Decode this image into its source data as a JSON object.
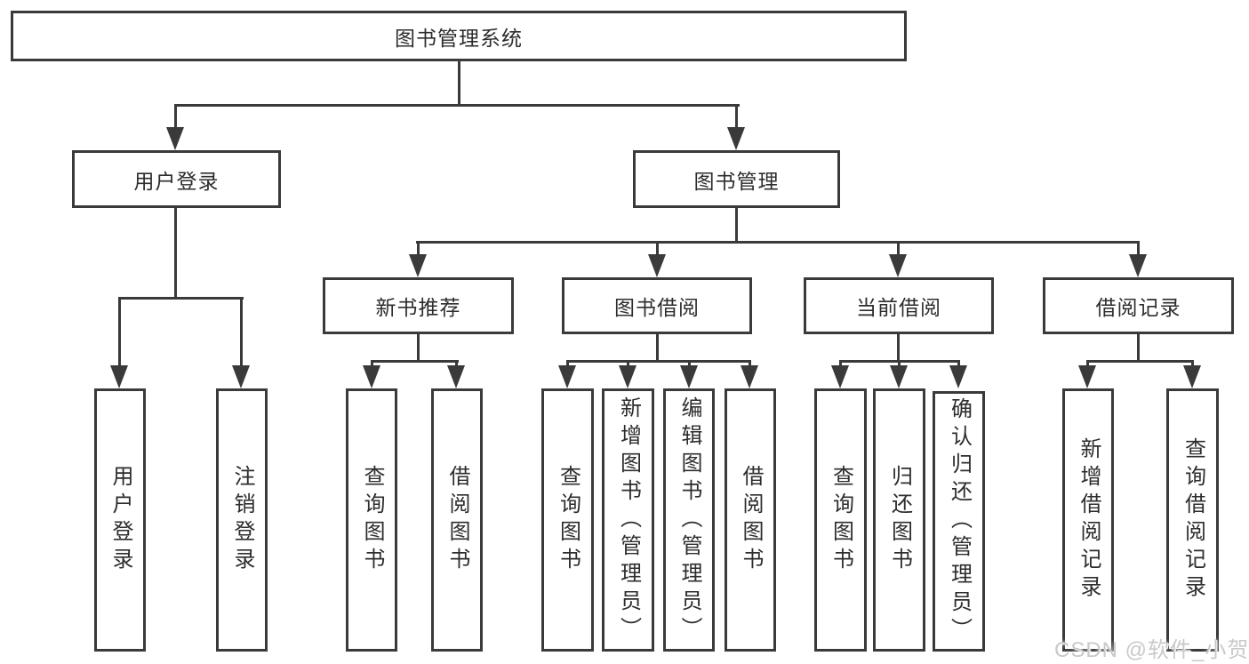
{
  "diagram": {
    "root": {
      "label": "图书管理系统"
    },
    "user_login": {
      "label": "用户登录",
      "children": [
        {
          "label": "用户登录"
        },
        {
          "label": "注销登录"
        }
      ]
    },
    "book_mgmt": {
      "label": "图书管理",
      "sections": [
        {
          "label": "新书推荐",
          "children": [
            {
              "label": "查询图书"
            },
            {
              "label": "借阅图书"
            }
          ]
        },
        {
          "label": "图书借阅",
          "children": [
            {
              "label": "查询图书"
            },
            {
              "label": "新增图书（管理员）"
            },
            {
              "label": "编辑图书（管理员）"
            },
            {
              "label": "借阅图书"
            }
          ]
        },
        {
          "label": "当前借阅",
          "children": [
            {
              "label": "查询图书"
            },
            {
              "label": "归还图书"
            },
            {
              "label": "确认归还（管理员）"
            }
          ]
        },
        {
          "label": "借阅记录",
          "children": [
            {
              "label": "新增借阅记录"
            },
            {
              "label": "查询借阅记录"
            }
          ]
        }
      ]
    }
  },
  "watermark": {
    "text": "CSDN @软件_小贺同学"
  },
  "colors": {
    "line": "#3a3a3a",
    "text": "#2d2d2d",
    "watermark": "#c9c9c9",
    "background": "#ffffff"
  }
}
